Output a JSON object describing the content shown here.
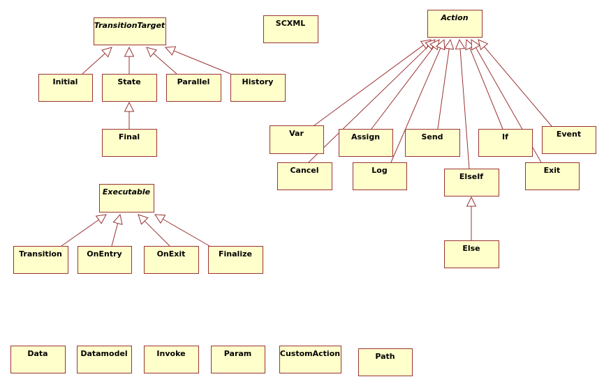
{
  "diagram": {
    "classes": [
      {
        "id": "TransitionTarget",
        "label": "TransitionTarget",
        "abstract": true
      },
      {
        "id": "SCXML",
        "label": "SCXML",
        "abstract": false
      },
      {
        "id": "Action",
        "label": "Action",
        "abstract": true
      },
      {
        "id": "Initial",
        "label": "Initial",
        "abstract": false
      },
      {
        "id": "State",
        "label": "State",
        "abstract": false
      },
      {
        "id": "Parallel",
        "label": "Parallel",
        "abstract": false
      },
      {
        "id": "History",
        "label": "History",
        "abstract": false
      },
      {
        "id": "Final",
        "label": "Final",
        "abstract": false
      },
      {
        "id": "Var",
        "label": "Var",
        "abstract": false
      },
      {
        "id": "Assign",
        "label": "Assign",
        "abstract": false
      },
      {
        "id": "Send",
        "label": "Send",
        "abstract": false
      },
      {
        "id": "If",
        "label": "If",
        "abstract": false
      },
      {
        "id": "Event",
        "label": "Event",
        "abstract": false
      },
      {
        "id": "Cancel",
        "label": "Cancel",
        "abstract": false
      },
      {
        "id": "Log",
        "label": "Log",
        "abstract": false
      },
      {
        "id": "ElseIf",
        "label": "ElseIf",
        "abstract": false
      },
      {
        "id": "Exit",
        "label": "Exit",
        "abstract": false
      },
      {
        "id": "Else",
        "label": "Else",
        "abstract": false
      },
      {
        "id": "Executable",
        "label": "Executable",
        "abstract": true
      },
      {
        "id": "Transition",
        "label": "Transition",
        "abstract": false
      },
      {
        "id": "OnEntry",
        "label": "OnEntry",
        "abstract": false
      },
      {
        "id": "OnExit",
        "label": "OnExit",
        "abstract": false
      },
      {
        "id": "Finalize",
        "label": "Finalize",
        "abstract": false
      },
      {
        "id": "Data",
        "label": "Data",
        "abstract": false
      },
      {
        "id": "Datamodel",
        "label": "Datamodel",
        "abstract": false
      },
      {
        "id": "Invoke",
        "label": "Invoke",
        "abstract": false
      },
      {
        "id": "Param",
        "label": "Param",
        "abstract": false
      },
      {
        "id": "CustomAction",
        "label": "CustomAction",
        "abstract": false
      },
      {
        "id": "Path",
        "label": "Path",
        "abstract": false
      }
    ],
    "generalizations": [
      {
        "child": "Initial",
        "parent": "TransitionTarget"
      },
      {
        "child": "State",
        "parent": "TransitionTarget"
      },
      {
        "child": "Parallel",
        "parent": "TransitionTarget"
      },
      {
        "child": "History",
        "parent": "TransitionTarget"
      },
      {
        "child": "Final",
        "parent": "State"
      },
      {
        "child": "Var",
        "parent": "Action"
      },
      {
        "child": "Cancel",
        "parent": "Action"
      },
      {
        "child": "Assign",
        "parent": "Action"
      },
      {
        "child": "Log",
        "parent": "Action"
      },
      {
        "child": "Send",
        "parent": "Action"
      },
      {
        "child": "ElseIf",
        "parent": "Action"
      },
      {
        "child": "If",
        "parent": "Action"
      },
      {
        "child": "Exit",
        "parent": "Action"
      },
      {
        "child": "Event",
        "parent": "Action"
      },
      {
        "child": "Else",
        "parent": "ElseIf"
      },
      {
        "child": "Transition",
        "parent": "Executable"
      },
      {
        "child": "OnEntry",
        "parent": "Executable"
      },
      {
        "child": "OnExit",
        "parent": "Executable"
      },
      {
        "child": "Finalize",
        "parent": "Executable"
      }
    ],
    "colors": {
      "box_fill": "#ffffcc",
      "box_stroke": "#993333",
      "line": "#993333",
      "text": "#000000"
    }
  }
}
